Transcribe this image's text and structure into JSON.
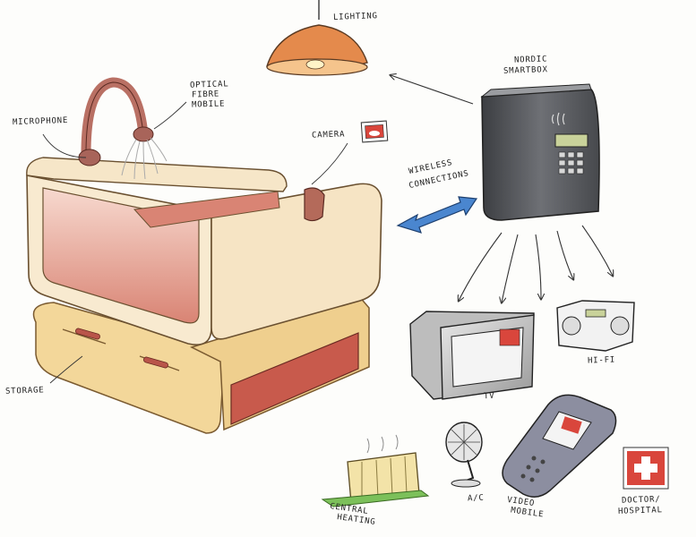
{
  "labels": {
    "lighting": "LIGHTING",
    "nordic": "NORDIC",
    "smartbox": "SMARTBOX",
    "optical": "OPTICAL",
    "fibre": "FIBRE",
    "mobile": "MOBILE",
    "microphone": "MICROPHONE",
    "camera": "CAMERA",
    "wireless": "WIRELESS",
    "connections": "CONNECTIONS",
    "storage": "STORAGE",
    "tv": "TV",
    "hifi": "HI-FI",
    "central": "CENTRAL",
    "heating": "HEATING",
    "ac": "A/C",
    "video": "VIDEO",
    "video_mobile": "MOBILE",
    "doctor": "DOCTOR/",
    "hospital": "HOSPITAL"
  },
  "colors": {
    "crib_frame": "#f6e6c8",
    "crib_mattress": "#d98a7a",
    "crib_wood": "#b96a5a",
    "lamp": "#e0884c",
    "smartbox": "#5a5c60",
    "screen": "#c9d29a",
    "wireless": "#3f7fc8",
    "storage": "#f3d79a",
    "hospital": "#d9463c"
  }
}
